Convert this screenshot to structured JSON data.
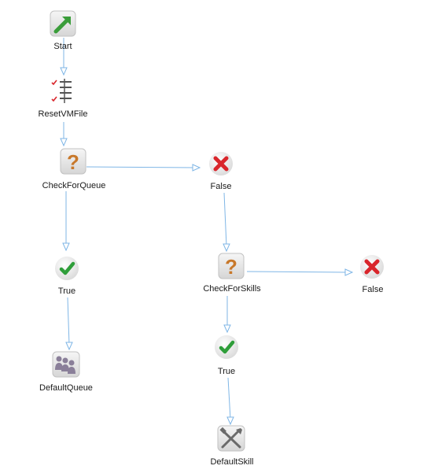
{
  "nodes": [
    {
      "id": "start",
      "label": "Start",
      "icon": "start-arrow-icon",
      "kind": "start"
    },
    {
      "id": "reset_vm_file",
      "label": "ResetVMFile",
      "icon": "checklist-icon",
      "kind": "action"
    },
    {
      "id": "check_for_queue",
      "label": "CheckForQueue",
      "icon": "question-icon",
      "kind": "decision"
    },
    {
      "id": "queue_false",
      "label": "False",
      "icon": "red-x-icon",
      "kind": "outcome"
    },
    {
      "id": "queue_true",
      "label": "True",
      "icon": "green-check-icon",
      "kind": "outcome"
    },
    {
      "id": "default_queue",
      "label": "DefaultQueue",
      "icon": "people-icon",
      "kind": "action"
    },
    {
      "id": "check_for_skills",
      "label": "CheckForSkills",
      "icon": "question-icon",
      "kind": "decision"
    },
    {
      "id": "skills_false",
      "label": "False",
      "icon": "red-x-icon",
      "kind": "outcome"
    },
    {
      "id": "skills_true",
      "label": "True",
      "icon": "green-check-icon",
      "kind": "outcome"
    },
    {
      "id": "default_skill",
      "label": "DefaultSkill",
      "icon": "tools-icon",
      "kind": "action"
    }
  ],
  "edges": [
    {
      "from": "start",
      "to": "reset_vm_file"
    },
    {
      "from": "reset_vm_file",
      "to": "check_for_queue"
    },
    {
      "from": "check_for_queue",
      "to": "queue_false"
    },
    {
      "from": "check_for_queue",
      "to": "queue_true"
    },
    {
      "from": "queue_true",
      "to": "default_queue"
    },
    {
      "from": "queue_false",
      "to": "check_for_skills"
    },
    {
      "from": "check_for_skills",
      "to": "skills_false"
    },
    {
      "from": "check_for_skills",
      "to": "skills_true"
    },
    {
      "from": "skills_true",
      "to": "default_skill"
    }
  ],
  "colors": {
    "connector": "#7fb6e6",
    "start_arrow": "#3a9d3a",
    "question": "#c8782a",
    "red_x": "#d9262c",
    "green_check": "#2f9e3a",
    "tile": "#e4e4e4"
  }
}
